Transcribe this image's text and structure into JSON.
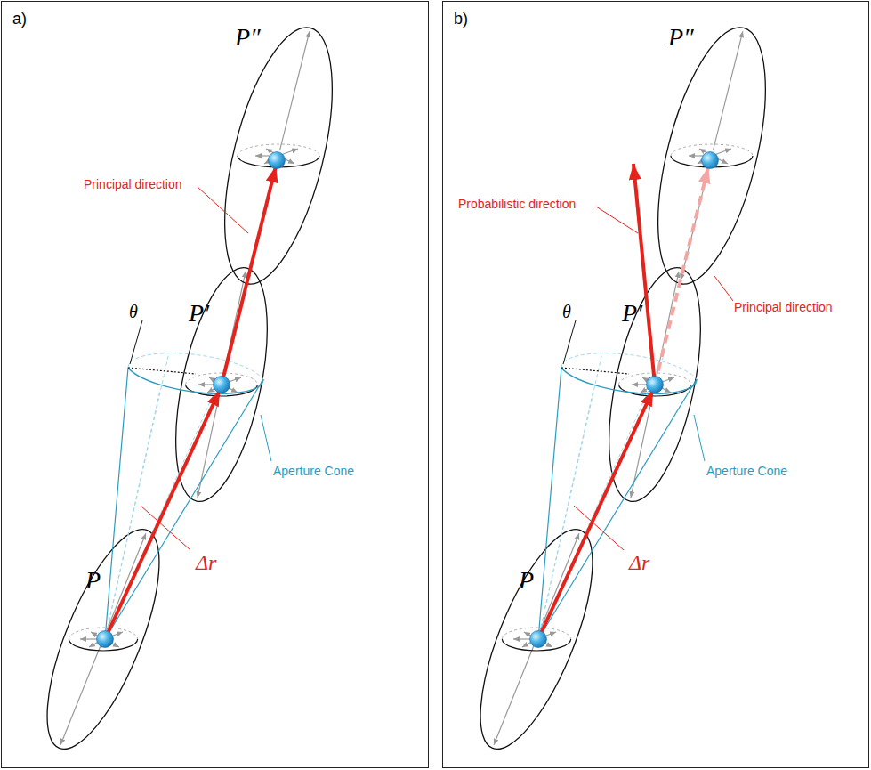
{
  "diagram": {
    "labels": [
      "a)",
      "P″",
      "Principal direction",
      "P′",
      "θ",
      "Aperture Cone",
      "P",
      "Δr",
      "b)",
      "P″",
      "Probabilistic direction",
      "P′",
      "Principal direction",
      "θ",
      "Aperture Cone",
      "Δr",
      "P"
    ]
  }
}
